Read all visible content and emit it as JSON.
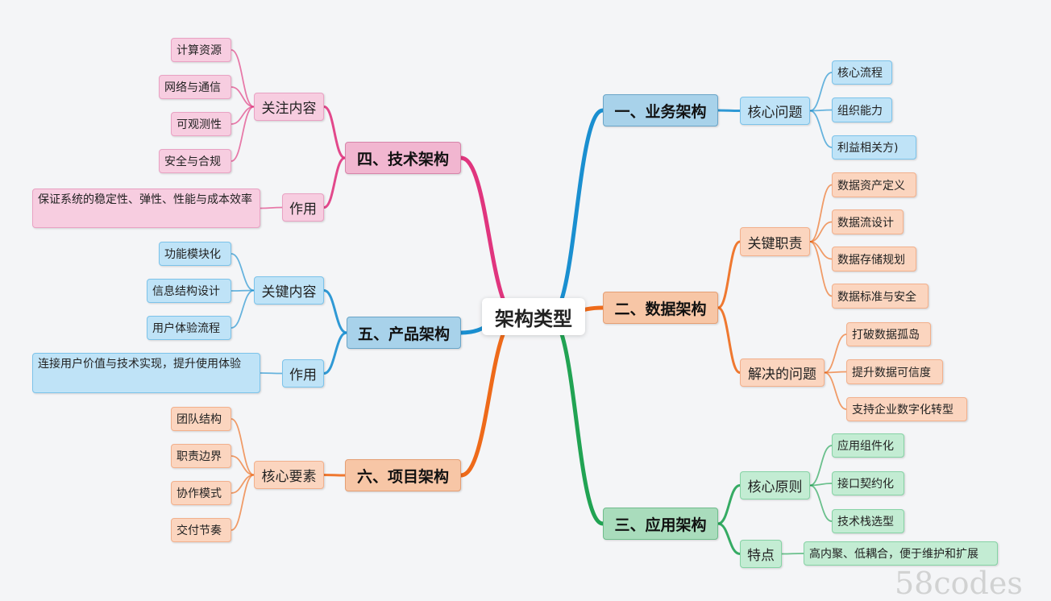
{
  "center": "架构类型",
  "colors": {
    "blue": "#1a8fd0",
    "orange": "#ee6a1a",
    "green": "#21a353",
    "pink": "#e0357e"
  },
  "business": {
    "title": "一、业务架构",
    "core": {
      "label": "核心问题",
      "items": [
        "核心流程",
        "组织能力",
        "利益相关方)"
      ]
    }
  },
  "data": {
    "title": "二、数据架构",
    "duties": {
      "label": "关键职责",
      "items": [
        "数据资产定义",
        "数据流设计",
        "数据存储规划",
        "数据标准与安全"
      ]
    },
    "problems": {
      "label": "解决的问题",
      "items": [
        "打破数据孤岛",
        "提升数据可信度",
        "支持企业数字化转型"
      ]
    }
  },
  "application": {
    "title": "三、应用架构",
    "principles": {
      "label": "核心原则",
      "items": [
        "应用组件化",
        "接口契约化",
        "技术栈选型"
      ]
    },
    "features": {
      "label": "特点",
      "items": [
        "高内聚、低耦合，便于维护和扩展"
      ]
    }
  },
  "tech": {
    "title": "四、技术架构",
    "focus": {
      "label": "关注内容",
      "items": [
        "计算资源",
        "网络与通信",
        "可观测性",
        "安全与合规"
      ]
    },
    "role": {
      "label": "作用",
      "items": [
        "保证系统的稳定性、弹性、性能与成本效率"
      ]
    }
  },
  "product": {
    "title": "五、产品架构",
    "key": {
      "label": "关键内容",
      "items": [
        "功能模块化",
        "信息结构设计",
        "用户体验流程"
      ]
    },
    "role": {
      "label": "作用",
      "items": [
        "连接用户价值与技术实现，提升使用体验"
      ]
    }
  },
  "project": {
    "title": "六、项目架构",
    "elements": {
      "label": "核心要素",
      "items": [
        "团队结构",
        "职责边界",
        "协作模式",
        "交付节奏"
      ]
    }
  },
  "watermark": "58codes"
}
